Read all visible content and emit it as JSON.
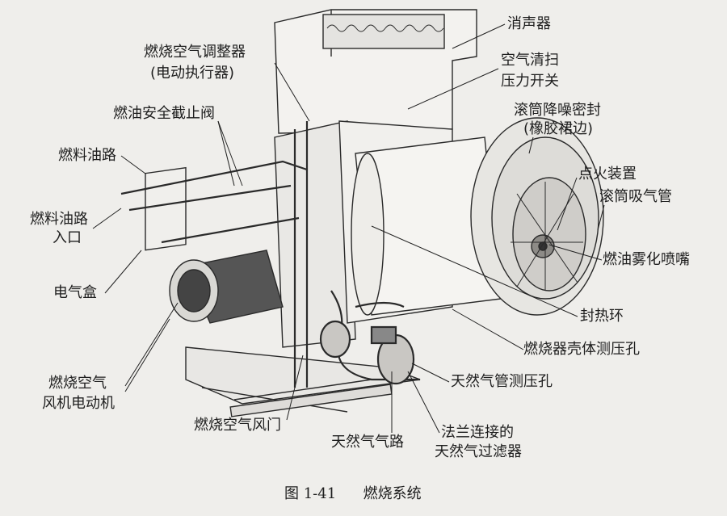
{
  "figure": {
    "caption_number": "图 1-41",
    "caption_title": "燃烧系统"
  },
  "labels": {
    "silencer": "消声器",
    "air_purge_switch_1": "空气清扫",
    "air_purge_switch_2": "压力开关",
    "drum_seal_1": "滚筒降噪密封",
    "drum_seal_2": "(橡胶裙边)",
    "ignition": "点火装置",
    "drum_intake": "滚筒吸气管",
    "oil_nozzle": "燃油雾化喷嘴",
    "heat_seal_ring": "封热环",
    "housing_pressure_port": "燃烧器壳体测压孔",
    "gas_pipe_pressure_port": "天然气管测压孔",
    "gas_filter_1": "法兰连接的",
    "gas_filter_2": "天然气过滤器",
    "gas_line": "天然气气路",
    "air_damper": "燃烧空气风门",
    "fan_motor_1": "燃烧空气",
    "fan_motor_2": "风机电动机",
    "electrical_box": "电气盒",
    "fuel_inlet_1": "燃料油路",
    "fuel_inlet_2": "入口",
    "fuel_line": "燃料油路",
    "oil_shutoff_valve": "燃油安全截止阀",
    "air_regulator_1": "燃烧空气调整器",
    "air_regulator_2": "(电动执行器)"
  }
}
